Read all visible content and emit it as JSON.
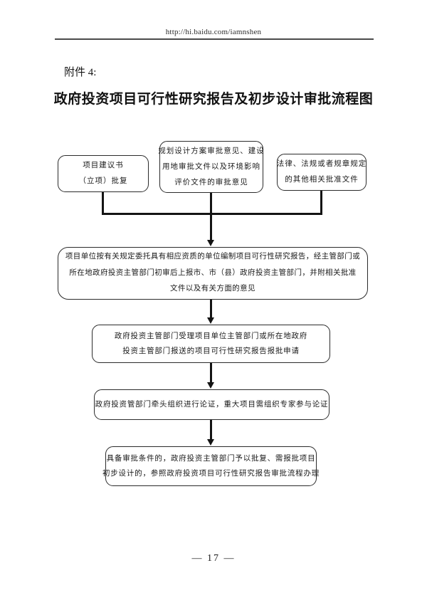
{
  "document": {
    "header_url": "http://hi.baidu.com/iamnshen",
    "attachment_label": "附件 4:",
    "title": "政府投资项目可行性研究报告及初步设计审批流程图",
    "page_number": "— 17 —"
  },
  "flowchart": {
    "inputs": [
      {
        "lines": [
          "项目建议书",
          "（立项）批复"
        ]
      },
      {
        "lines": [
          "规划设计方案审批意见、建设",
          "用地审批文件以及环境影响",
          "评价文件的审批意见"
        ]
      },
      {
        "lines": [
          "法律、法规或者规章规定",
          "的其他相关批准文件"
        ]
      }
    ],
    "steps": [
      {
        "lines": [
          "项目单位按有关规定委托具有相应资质的单位编制项目可行性研究报告，经主管部门或",
          "所在地政府投资主管部门初审后上报市、市（县）政府投资主管部门，并附相关批准",
          "文件以及有关方面的意见"
        ]
      },
      {
        "lines": [
          "政府投资主管部门受理项目单位主管部门或所在地政府",
          "投资主管部门报送的项目可行性研究报告报批申请"
        ]
      },
      {
        "lines": [
          "政府投资管部门牵头组织进行论证，重大项目需组织专家参与论证"
        ]
      },
      {
        "lines": [
          "具备审批条件的，政府投资主管部门予以批复、需报批项目",
          "初步设计的，参照政府投资项目可行性研究报告审批流程办理"
        ]
      }
    ]
  },
  "colors": {
    "ink": "#1d1d1d",
    "connector": "#141414",
    "box_border": "#2b2b2b",
    "header_rule": "#4a4a4a"
  }
}
